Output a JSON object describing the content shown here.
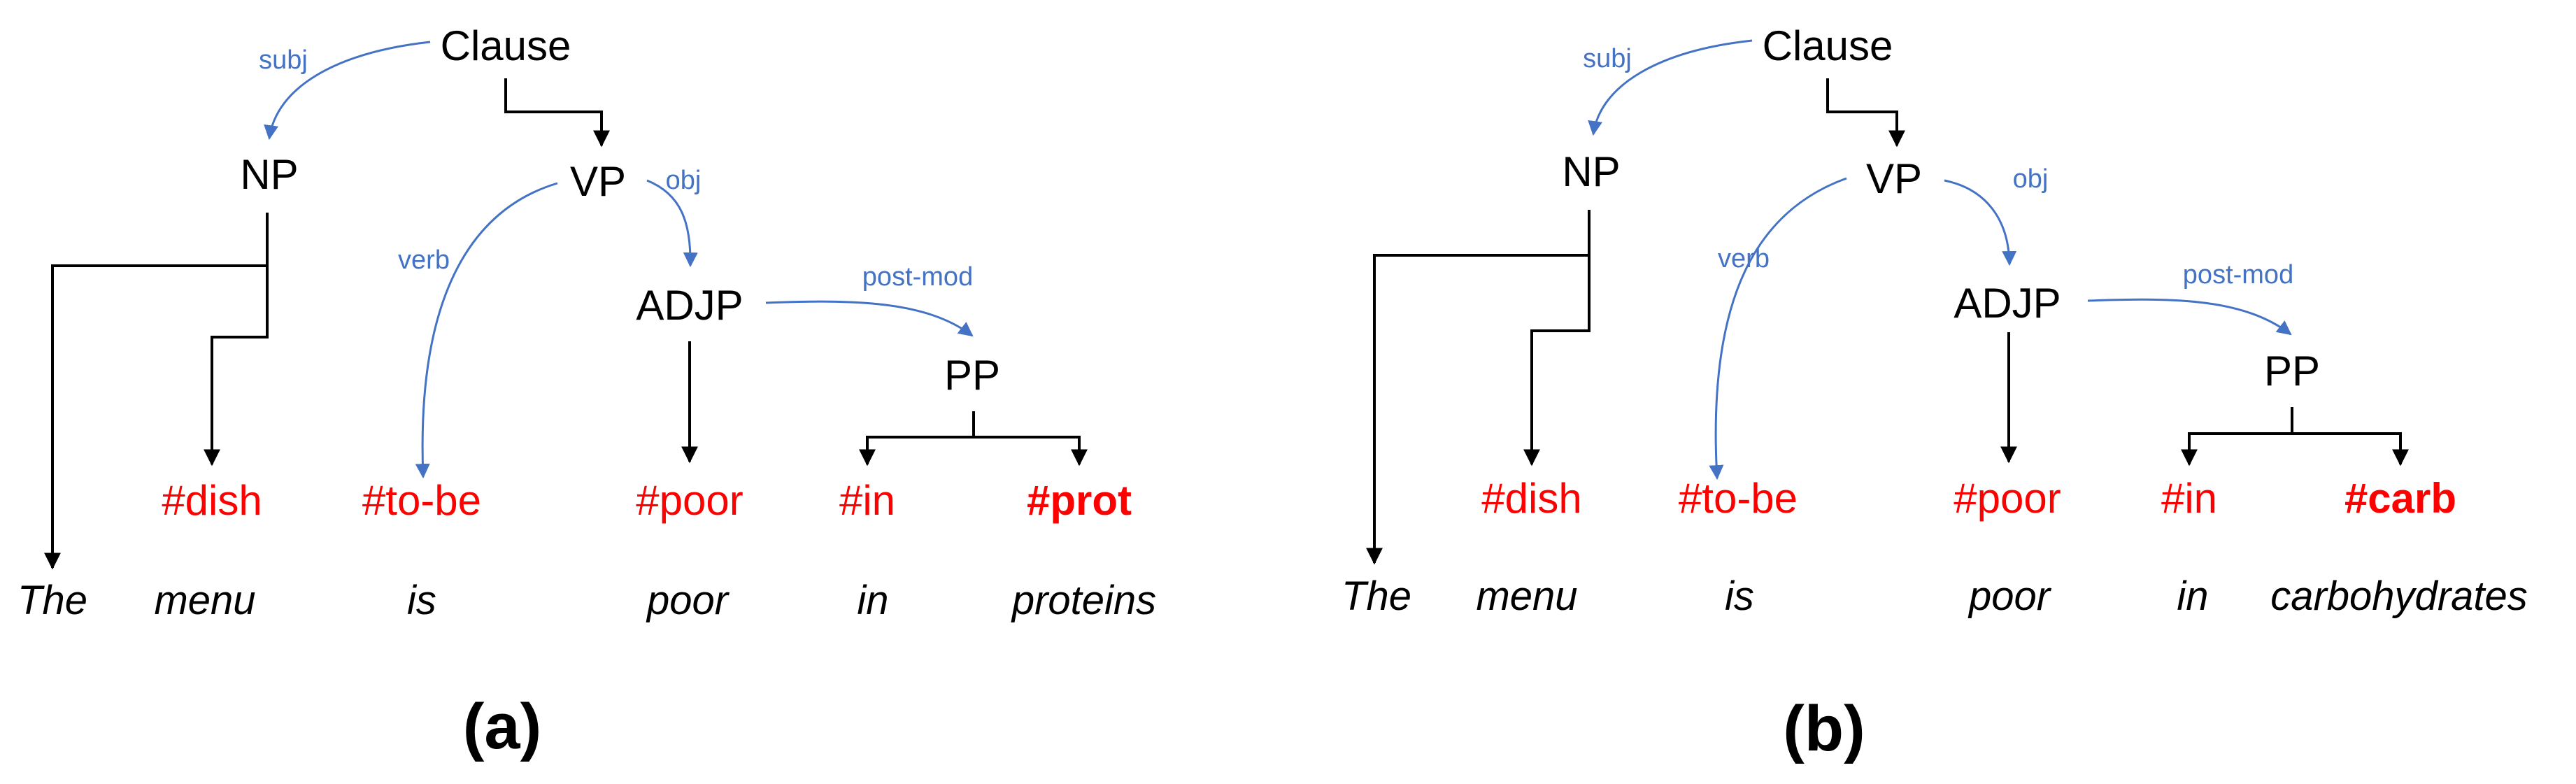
{
  "colors": {
    "tree": "#000000",
    "relation": "#4472c4",
    "token": "#ff0000"
  },
  "panels": [
    {
      "id": "a",
      "label": "(a)",
      "nodes": {
        "clause": "Clause",
        "np": "NP",
        "vp": "VP",
        "adjp": "ADJP",
        "pp": "PP"
      },
      "relations": {
        "subj": "subj",
        "obj": "obj",
        "verb": "verb",
        "post_mod": "post-mod"
      },
      "tokens": [
        {
          "text": "#dish",
          "bold": false
        },
        {
          "text": "#to-be",
          "bold": false
        },
        {
          "text": "#poor",
          "bold": false
        },
        {
          "text": "#in",
          "bold": false
        },
        {
          "text": "#prot",
          "bold": true
        }
      ],
      "words": [
        "The",
        "menu",
        "is",
        "poor",
        "in",
        "proteins"
      ]
    },
    {
      "id": "b",
      "label": "(b)",
      "nodes": {
        "clause": "Clause",
        "np": "NP",
        "vp": "VP",
        "adjp": "ADJP",
        "pp": "PP"
      },
      "relations": {
        "subj": "subj",
        "obj": "obj",
        "verb": "verb",
        "post_mod": "post-mod"
      },
      "tokens": [
        {
          "text": "#dish",
          "bold": false
        },
        {
          "text": "#to-be",
          "bold": false
        },
        {
          "text": "#poor",
          "bold": false
        },
        {
          "text": "#in",
          "bold": false
        },
        {
          "text": "#carb",
          "bold": true
        }
      ],
      "words": [
        "The",
        "menu",
        "is",
        "poor",
        "in",
        "carbohydrates"
      ]
    }
  ]
}
